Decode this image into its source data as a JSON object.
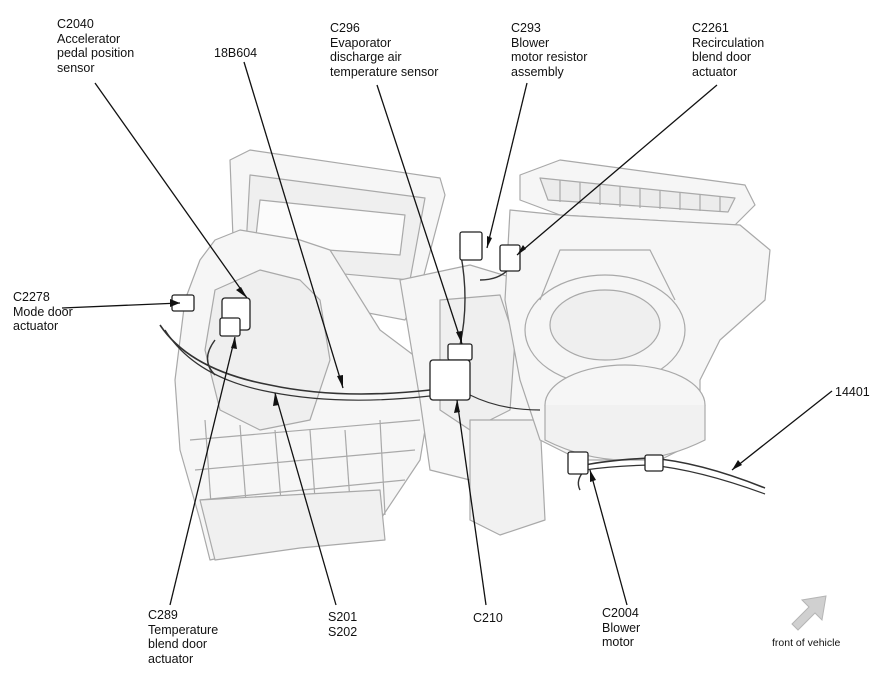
{
  "callouts": {
    "c2040": "C2040\nAccelerator\npedal position\nsensor",
    "b18b604": "18B604",
    "c296": "C296\nEvaporator\ndischarge air\ntemperature sensor",
    "c293": "C293\nBlower\nmotor resistor\nassembly",
    "c2261": "C2261\nRecirculation\nblend door\nactuator",
    "c2278": "C2278\nMode door\nactuator",
    "n14401": "14401",
    "c289": "C289\nTemperature\nblend door\nactuator",
    "s201": "S201\nS202",
    "c210": "C210",
    "c2004": "C2004\nBlower\nmotor",
    "front": "front of vehicle"
  },
  "colors": {
    "line": "#111111",
    "outline": "#a8a8a8",
    "fill": "#f4f4f4",
    "arrow": "#c8c8c8"
  }
}
